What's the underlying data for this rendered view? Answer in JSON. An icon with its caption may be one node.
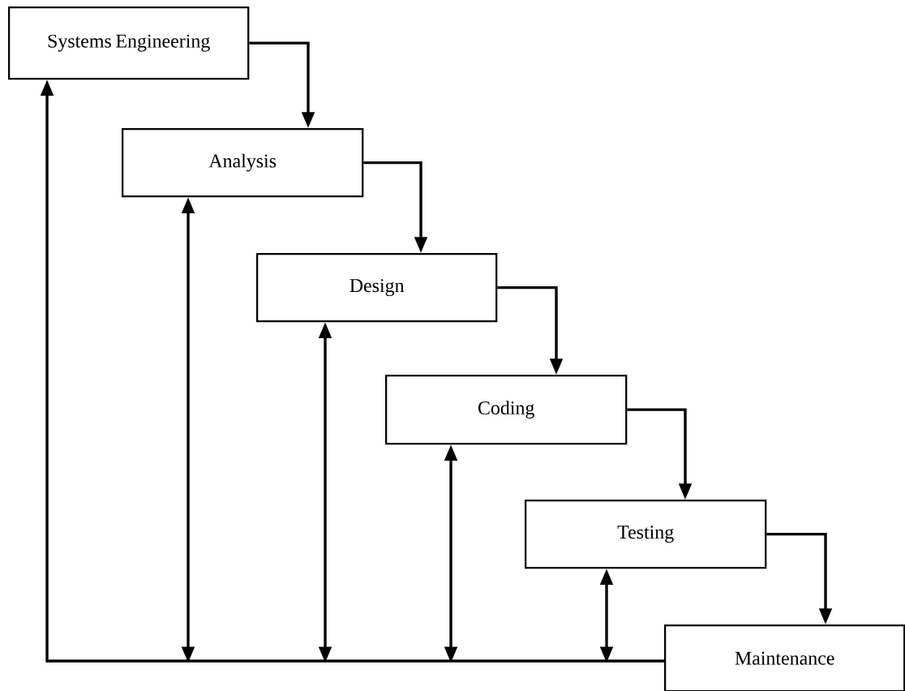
{
  "diagram": {
    "nodes": [
      {
        "text": [
          "Systems Engineering"
        ]
      },
      {
        "text": [
          "Analysis"
        ]
      },
      {
        "text": [
          "Design"
        ]
      },
      {
        "text": [
          "Coding"
        ]
      },
      {
        "text": [
          "Testing"
        ]
      },
      {
        "text": [
          "Maintenance"
        ]
      }
    ],
    "edges": [
      {
        "from": 0,
        "to": 1,
        "arrow": "to"
      },
      {
        "from": 1,
        "to": 2,
        "arrow": "to"
      },
      {
        "from": 2,
        "to": 3,
        "arrow": "to"
      },
      {
        "from": 3,
        "to": 4,
        "arrow": "to"
      },
      {
        "from": 4,
        "to": 5,
        "arrow": "to"
      },
      {
        "from": 5,
        "to": 0,
        "arrow": "to"
      },
      {
        "from": 1,
        "to": null,
        "arrow": "both"
      },
      {
        "from": 2,
        "to": null,
        "arrow": "both"
      },
      {
        "from": 3,
        "to": null,
        "arrow": "both"
      },
      {
        "from": 4,
        "to": null,
        "arrow": "both"
      }
    ]
  }
}
